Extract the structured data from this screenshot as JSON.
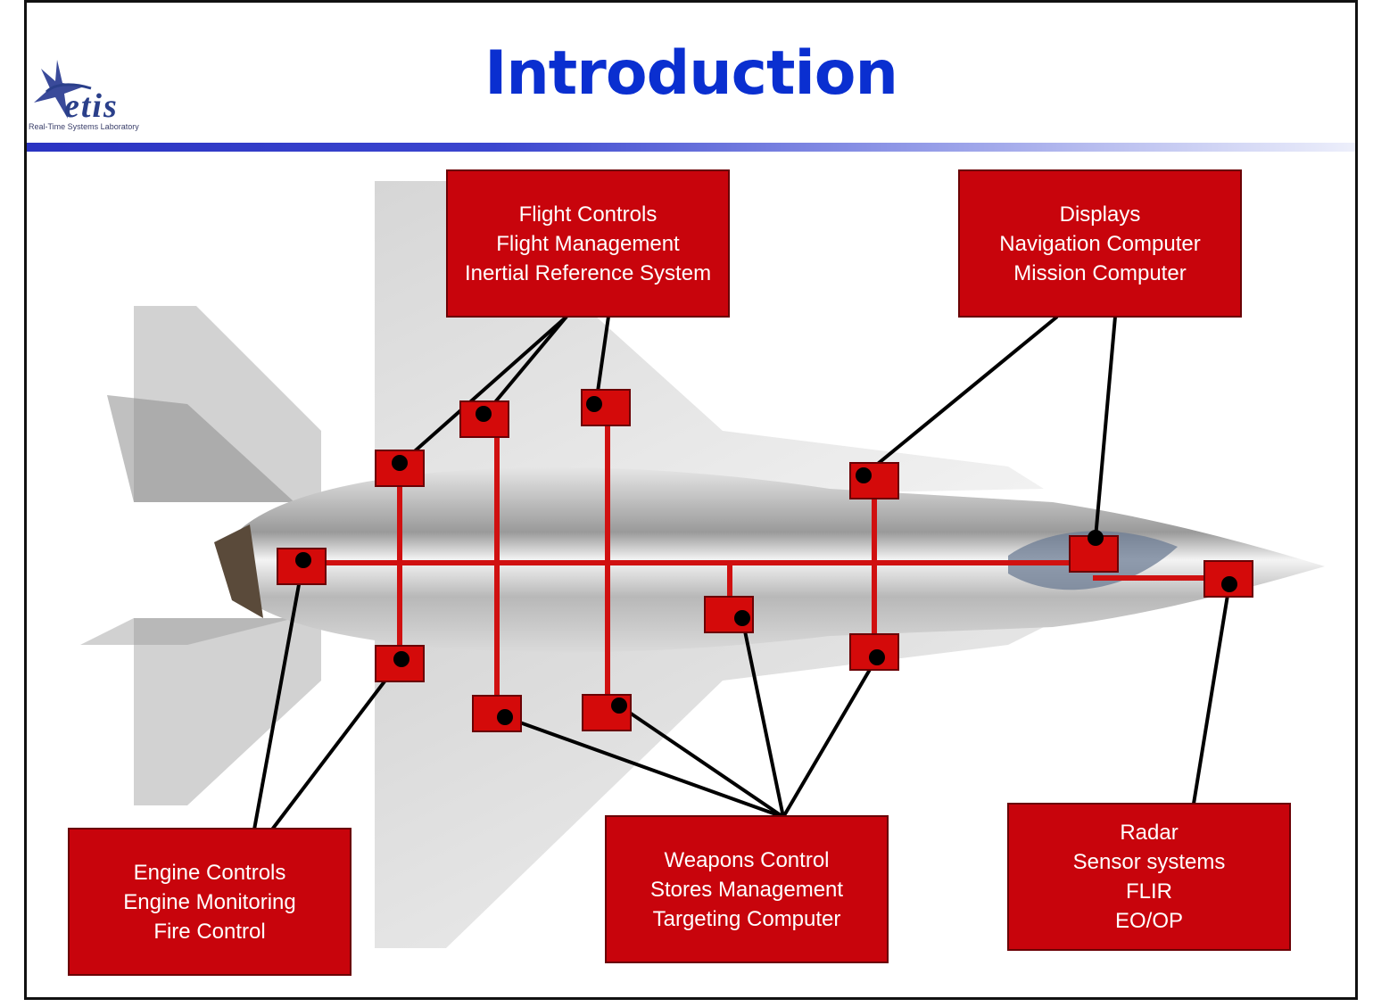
{
  "header": {
    "title": "Introduction",
    "logo_word": "etis",
    "logo_subtitle": "Real-Time Systems Laboratory"
  },
  "colors": {
    "title": "#0a2fd0",
    "box_fill": "#c8040c",
    "bus_line": "#d01010",
    "connector_line": "#000000"
  },
  "diagram": {
    "boxes": {
      "flight": [
        "Flight Controls",
        "Flight Management",
        "Inertial Reference System"
      ],
      "displays": [
        "Displays",
        "Navigation Computer",
        "Mission Computer"
      ],
      "engine": [
        "Engine Controls",
        "Engine Monitoring",
        "Fire Control"
      ],
      "weapons": [
        "Weapons Control",
        "Stores Management",
        "Targeting Computer"
      ],
      "radar": [
        "Radar",
        "Sensor systems",
        "FLIR",
        "EO/OP"
      ]
    }
  }
}
